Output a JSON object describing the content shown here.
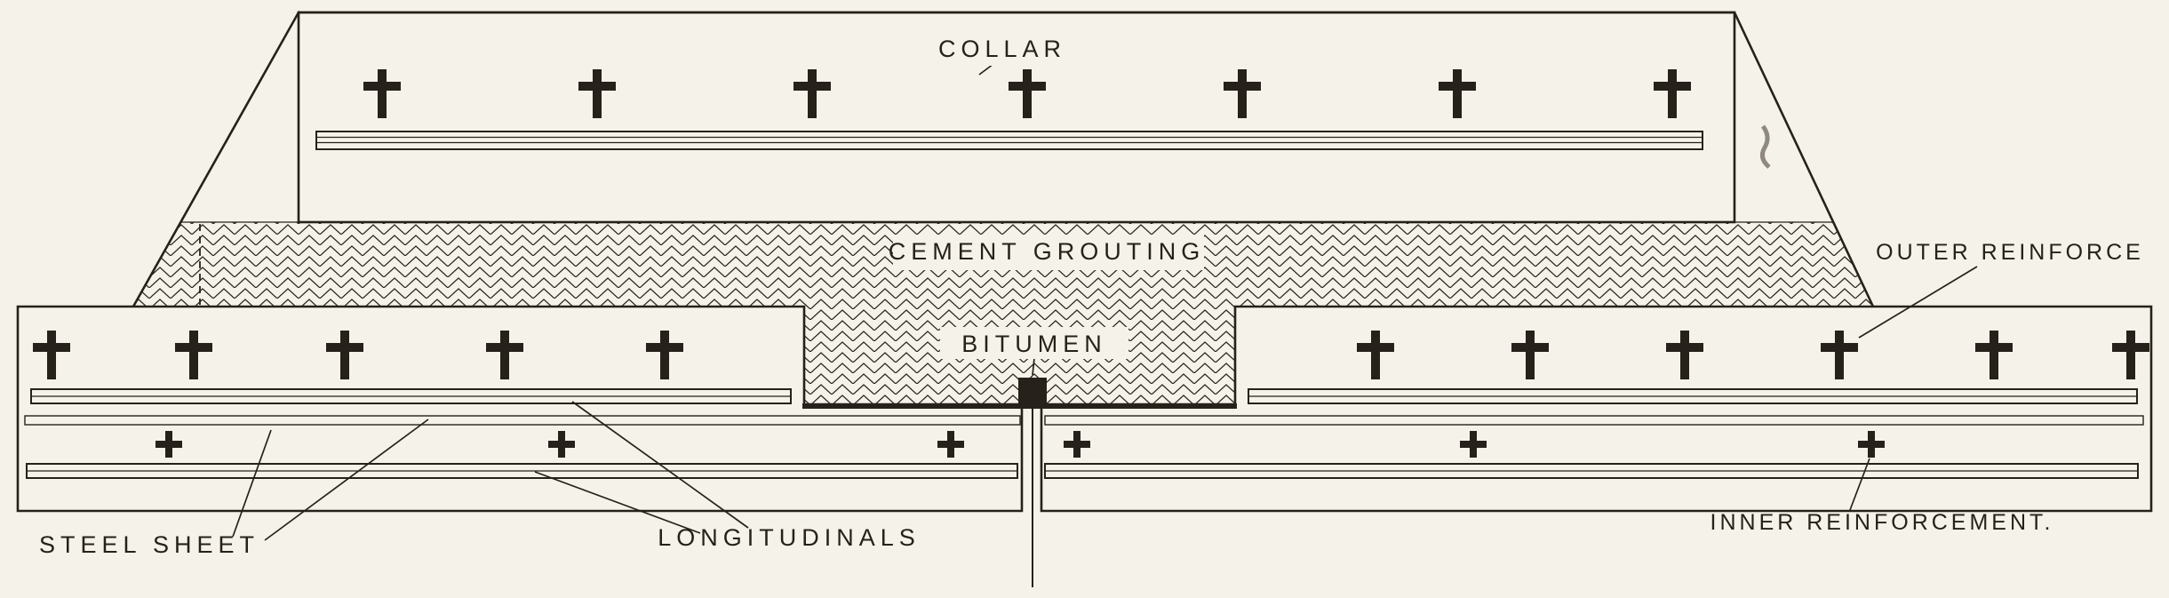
{
  "colors": {
    "paper": "#f5f2e9",
    "ink": "#26211a"
  },
  "diagram": {
    "labels": {
      "collar": "COLLAR",
      "cement_grouting": "CEMENT  GROUTING",
      "bitumen": "BITUMEN",
      "outer_reinforce": "OUTER  REINFORCE",
      "inner_reinforcement": "INNER  REINFORCEMENT.",
      "steel_sheet": "STEEL  SHEET",
      "longitudinals": "LONGITUDINALS"
    }
  }
}
